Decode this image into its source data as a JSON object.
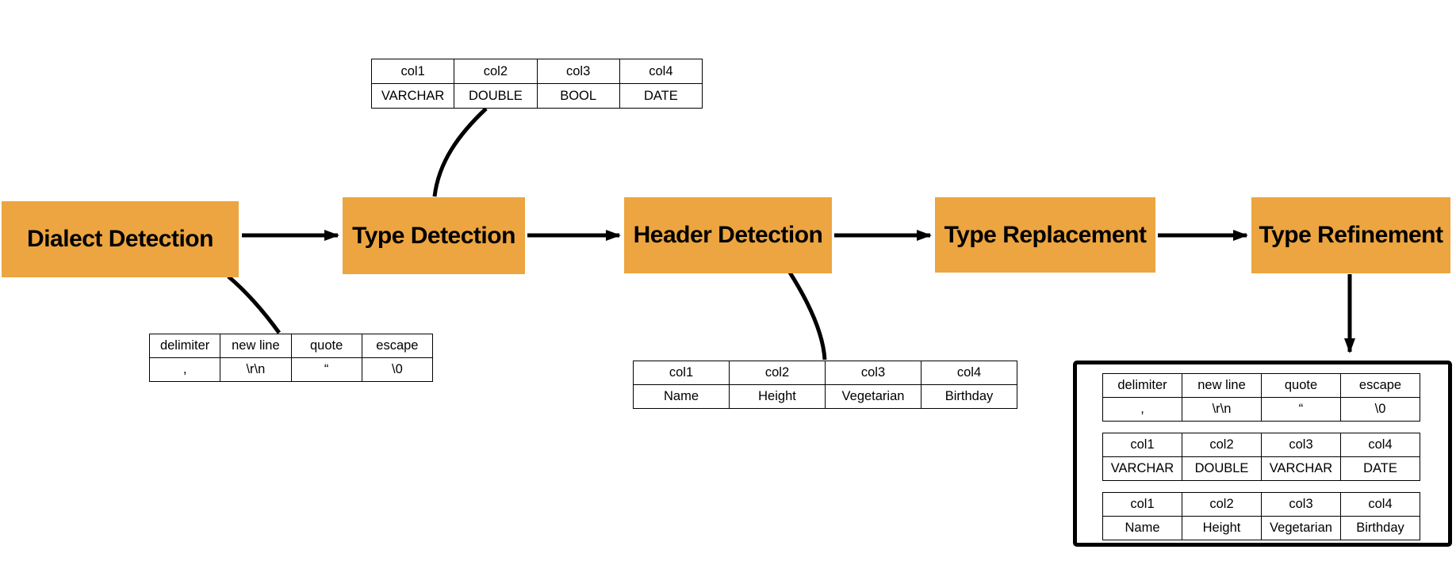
{
  "pipeline": {
    "steps": [
      "Dialect Detection",
      "Type Detection",
      "Header Detection",
      "Type Replacement",
      "Type Refinement"
    ]
  },
  "tables": {
    "dialect_detection_output": {
      "headers": [
        "delimiter",
        "new line",
        "quote",
        "escape"
      ],
      "values": [
        ",",
        "\\r\\n",
        "“",
        "\\0"
      ]
    },
    "type_detection_output": {
      "headers": [
        "col1",
        "col2",
        "col3",
        "col4"
      ],
      "values": [
        "VARCHAR",
        "DOUBLE",
        "BOOL",
        "DATE"
      ]
    },
    "header_detection_output": {
      "headers": [
        "col1",
        "col2",
        "col3",
        "col4"
      ],
      "values": [
        "Name",
        "Height",
        "Vegetarian",
        "Birthday"
      ]
    },
    "final_dialect": {
      "headers": [
        "delimiter",
        "new line",
        "quote",
        "escape"
      ],
      "values": [
        ",",
        "\\r\\n",
        "“",
        "\\0"
      ]
    },
    "final_types": {
      "headers": [
        "col1",
        "col2",
        "col3",
        "col4"
      ],
      "values": [
        "VARCHAR",
        "DOUBLE",
        "VARCHAR",
        "DATE"
      ]
    },
    "final_headers": {
      "headers": [
        "col1",
        "col2",
        "col3",
        "col4"
      ],
      "values": [
        "Name",
        "Height",
        "Vegetarian",
        "Birthday"
      ]
    }
  },
  "colors": {
    "step_fill": "#ECA540",
    "line": "#000000",
    "table_border": "#000000",
    "background": "#FFFFFF",
    "text": "#000000"
  }
}
